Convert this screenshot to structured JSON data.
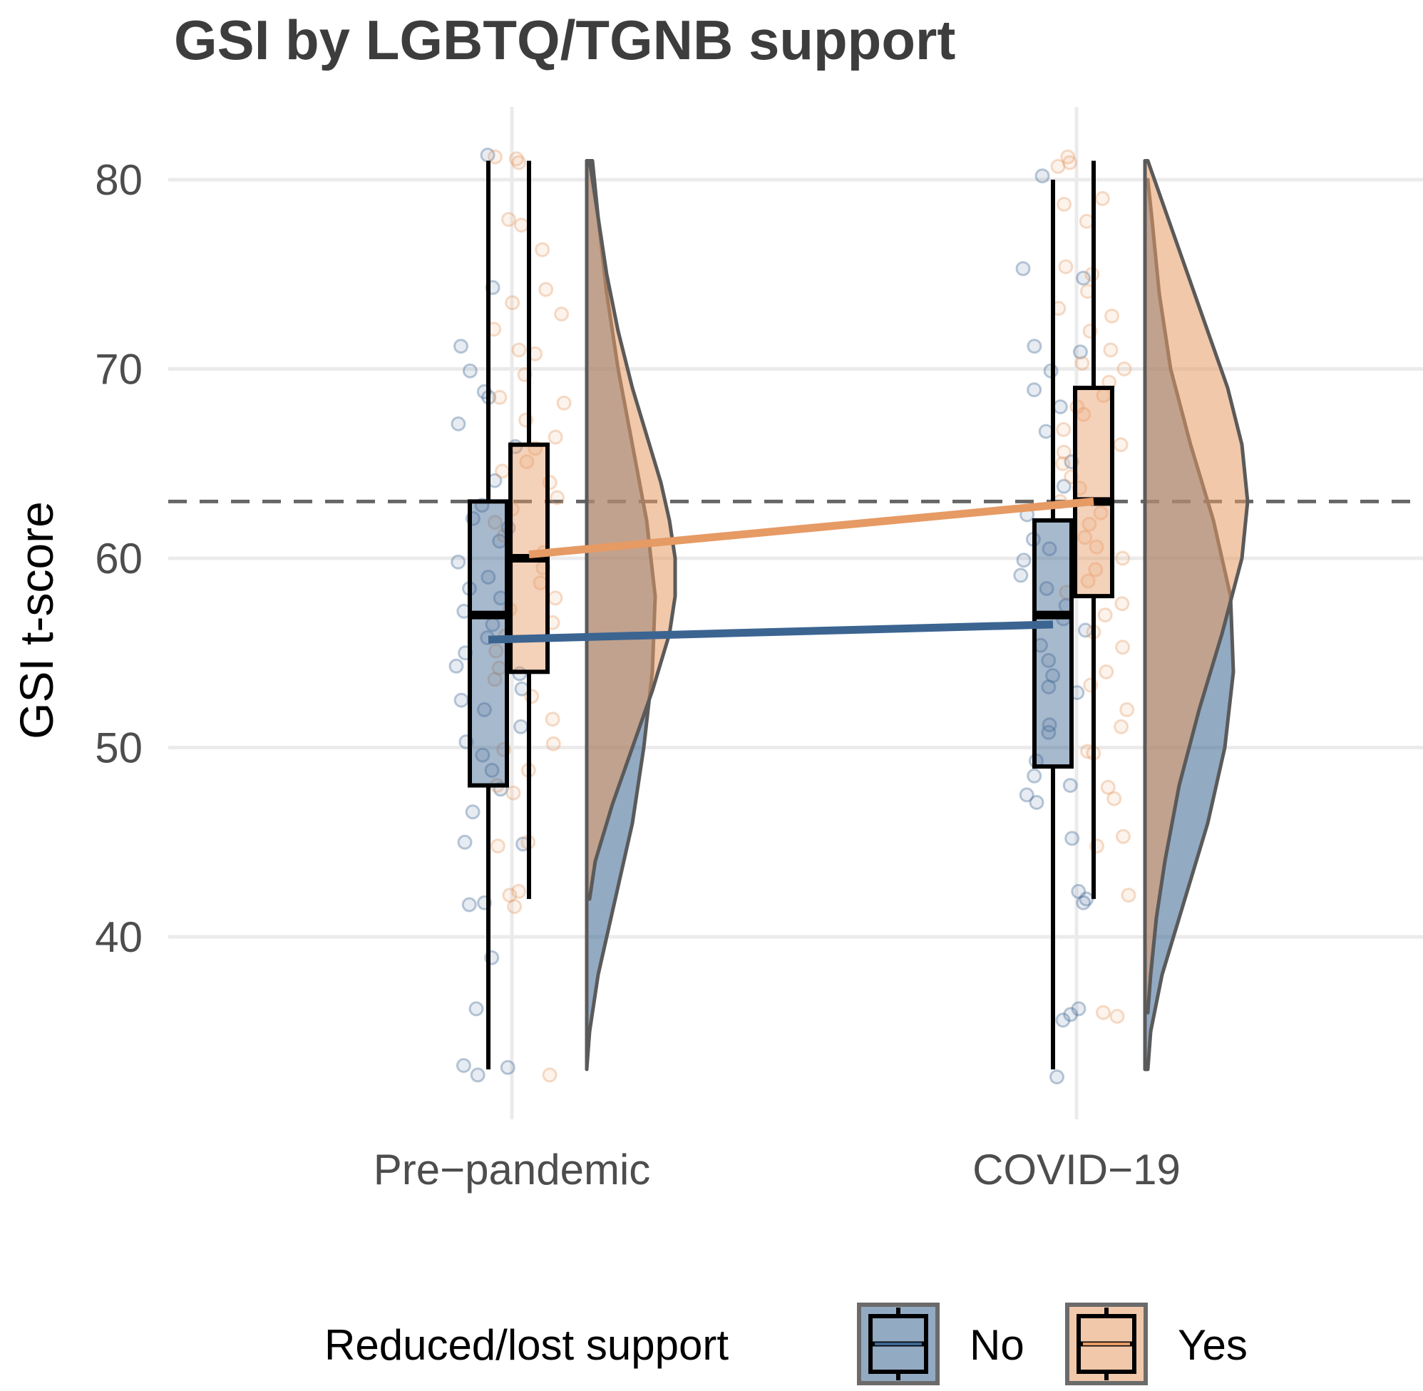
{
  "chart_data": {
    "type": "raincloud",
    "title": "GSI by LGBTQ/TGNB support",
    "xlabel": "",
    "ylabel": "GSI t-score",
    "categories": [
      "Pre−pandemic",
      "COVID−19"
    ],
    "ylim": [
      30.5,
      83.5
    ],
    "yticks": [
      40,
      50,
      60,
      70,
      80
    ],
    "grid": true,
    "reference_line": {
      "y": 63,
      "style": "dashed",
      "color": "#666666"
    },
    "legend": {
      "title": "Reduced/lost support",
      "position": "bottom",
      "entries": [
        "No",
        "Yes"
      ]
    },
    "colors": {
      "No": "#3b6491",
      "Yes": "#e69a64"
    },
    "series": [
      {
        "name": "No",
        "boxes": [
          {
            "category": "Pre−pandemic",
            "min": 33,
            "q1": 48,
            "median": 57,
            "q3": 63,
            "max": 81
          },
          {
            "category": "COVID−19",
            "min": 33,
            "q1": 49,
            "median": 57,
            "q3": 62,
            "max": 80
          }
        ],
        "means": [
          55.7,
          56.5
        ],
        "density": [
          {
            "category": "Pre−pandemic",
            "y": [
              33,
              35,
              38,
              42,
              46,
              50,
              54,
              58,
              62,
              66,
              70,
              74,
              78,
              81
            ],
            "d": [
              0.0,
              0.05,
              0.2,
              0.5,
              0.8,
              1.0,
              1.15,
              1.2,
              1.05,
              0.8,
              0.55,
              0.35,
              0.2,
              0.1
            ]
          },
          {
            "category": "COVID−19",
            "y": [
              33,
              35,
              38,
              42,
              46,
              50,
              54,
              58,
              62,
              66,
              70,
              74,
              78,
              80
            ],
            "d": [
              0.05,
              0.1,
              0.3,
              0.7,
              1.1,
              1.4,
              1.55,
              1.5,
              1.2,
              0.8,
              0.45,
              0.25,
              0.12,
              0.05
            ]
          }
        ],
        "points": [
          {
            "category": "Pre−pandemic",
            "y": [
              81.3,
              74.3,
              71.2,
              69.9,
              68.8,
              68.5,
              67.1,
              65.9,
              64.1,
              62.8,
              62.1,
              61.6,
              60.9,
              59.8,
              59.0,
              58.4,
              57.9,
              57.2,
              56.5,
              55.8,
              55.0,
              54.3,
              53.9,
              53.1,
              52.5,
              52.0,
              51.1,
              50.3,
              49.6,
              48.8,
              47.8,
              46.6,
              45.0,
              44.9,
              41.8,
              41.7,
              38.9,
              36.2,
              33.2,
              33.1,
              32.7
            ]
          },
          {
            "category": "COVID−19",
            "y": [
              80.2,
              75.3,
              74.8,
              71.2,
              70.9,
              69.9,
              68.9,
              68.0,
              66.7,
              65.1,
              63.8,
              62.3,
              61.0,
              60.5,
              59.9,
              59.1,
              58.4,
              57.5,
              56.8,
              56.2,
              55.4,
              54.6,
              53.8,
              53.2,
              52.9,
              51.2,
              50.8,
              49.3,
              48.5,
              48.0,
              47.5,
              47.1,
              45.2,
              42.4,
              42.0,
              41.8,
              36.2,
              35.9,
              35.6,
              32.6
            ]
          }
        ]
      },
      {
        "name": "Yes",
        "boxes": [
          {
            "category": "Pre−pandemic",
            "min": 42,
            "q1": 54,
            "median": 60,
            "q3": 66,
            "max": 81
          },
          {
            "category": "COVID−19",
            "min": 42,
            "q1": 58,
            "median": 63,
            "q3": 69,
            "max": 81
          }
        ],
        "means": [
          60.2,
          63.0
        ],
        "density": [
          {
            "category": "Pre−pandemic",
            "y": [
              42,
              44,
              47,
              50,
              53,
              56,
              58,
              60,
              62,
              64,
              66,
              69,
              72,
              75,
              78,
              81
            ],
            "d": [
              0.05,
              0.15,
              0.45,
              0.8,
              1.15,
              1.45,
              1.55,
              1.55,
              1.45,
              1.3,
              1.1,
              0.8,
              0.55,
              0.35,
              0.2,
              0.05
            ]
          },
          {
            "category": "COVID−19",
            "y": [
              36,
              38,
              41,
              44,
              48,
              52,
              56,
              60,
              63,
              66,
              69,
              72,
              75,
              78,
              81
            ],
            "d": [
              0.05,
              0.1,
              0.2,
              0.35,
              0.6,
              0.95,
              1.35,
              1.7,
              1.8,
              1.7,
              1.45,
              1.1,
              0.75,
              0.4,
              0.05
            ]
          }
        ],
        "points": [
          {
            "category": "Pre−pandemic",
            "y": [
              81.2,
              81.1,
              80.9,
              77.9,
              77.6,
              76.3,
              74.2,
              73.5,
              72.9,
              72.1,
              71.0,
              70.8,
              69.7,
              68.5,
              68.2,
              67.3,
              66.4,
              65.8,
              65.1,
              64.6,
              64.0,
              63.2,
              62.6,
              61.9,
              61.2,
              60.3,
              59.5,
              58.7,
              57.9,
              57.3,
              56.6,
              55.9,
              55.1,
              54.2,
              53.6,
              52.7,
              51.5,
              50.2,
              49.9,
              48.8,
              48.0,
              47.6,
              45.0,
              44.8,
              42.4,
              42.2,
              41.6,
              32.7
            ]
          },
          {
            "category": "COVID−19",
            "y": [
              81.2,
              80.9,
              80.7,
              79.0,
              78.7,
              77.8,
              75.4,
              75.0,
              74.1,
              73.2,
              72.8,
              72.0,
              71.0,
              70.3,
              70.0,
              69.3,
              68.6,
              68.0,
              67.6,
              66.8,
              66.0,
              65.6,
              65.0,
              64.3,
              63.7,
              63.0,
              62.4,
              61.8,
              61.1,
              60.6,
              60.0,
              59.4,
              58.8,
              58.2,
              57.6,
              57.0,
              56.1,
              55.3,
              54.0,
              53.3,
              52.0,
              51.1,
              49.8,
              49.7,
              47.9,
              47.3,
              45.3,
              44.8,
              42.2,
              36.0,
              35.8
            ]
          }
        ]
      }
    ]
  }
}
